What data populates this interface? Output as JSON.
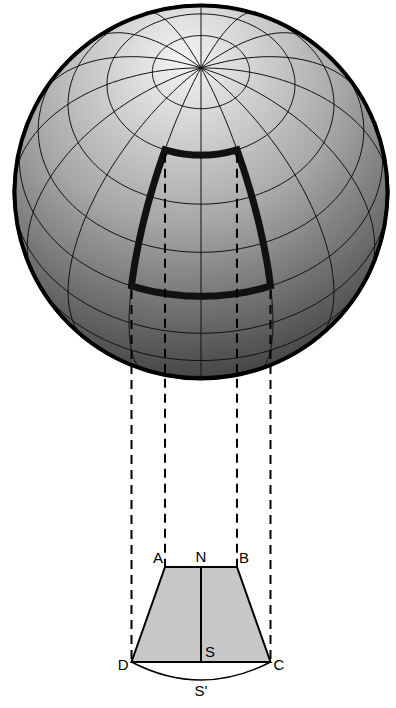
{
  "diagram": {
    "labels": [
      "A",
      "N",
      "B",
      "D",
      "S",
      "C",
      "S'"
    ]
  }
}
